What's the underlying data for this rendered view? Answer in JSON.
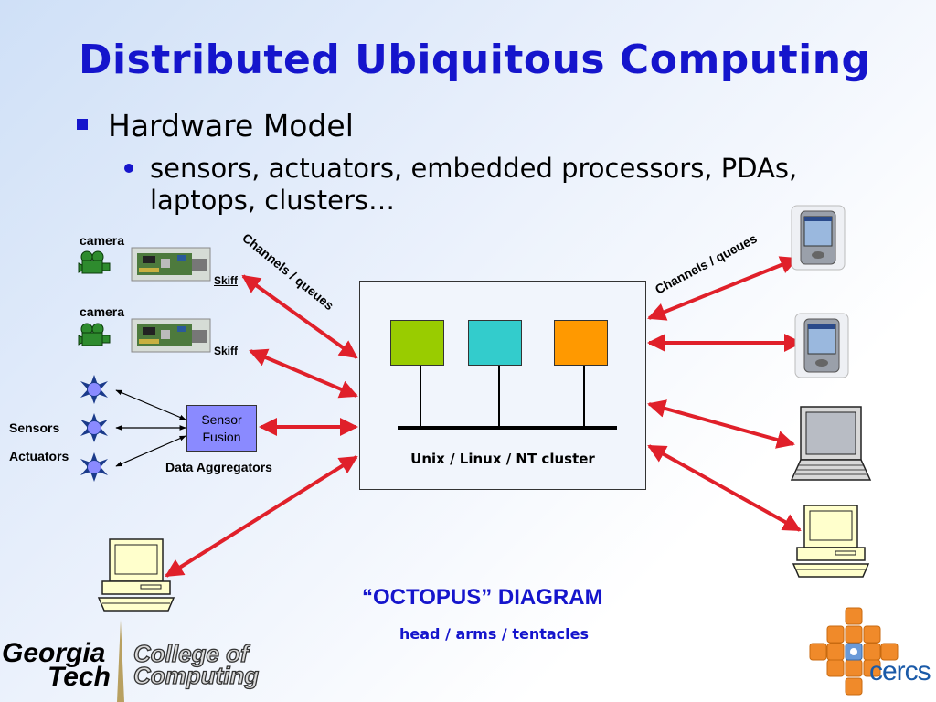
{
  "slide": {
    "title": "Distributed Ubiquitous Computing",
    "bullet1": "Hardware Model",
    "bullet2": "sensors, actuators, embedded processors, PDAs, laptops, clusters…"
  },
  "diagram": {
    "camera1_label": "camera",
    "camera2_label": "camera",
    "skiff1_label": "Skiff",
    "skiff2_label": "Skiff",
    "sensors_label": "Sensors",
    "actuators_label": "Actuators",
    "fusion_line1": "Sensor",
    "fusion_line2": "Fusion",
    "aggregators_label": "Data Aggregators",
    "channels_left": "Channels / queues",
    "channels_right": "Channels / queues",
    "cluster_label": "Unix / Linux / NT cluster",
    "node_colors": [
      "#99cc00",
      "#33cccc",
      "#ff9900"
    ],
    "arrow_color": "#e0202a"
  },
  "footer": {
    "octopus_title": "“OCTOPUS” DIAGRAM",
    "octopus_subtitle": "head / arms / tentacles",
    "gt_line1": "Georgia",
    "gt_line2": "Tech",
    "coc_line1": "College of",
    "coc_line2": "Computing",
    "cercs": "cercs"
  }
}
